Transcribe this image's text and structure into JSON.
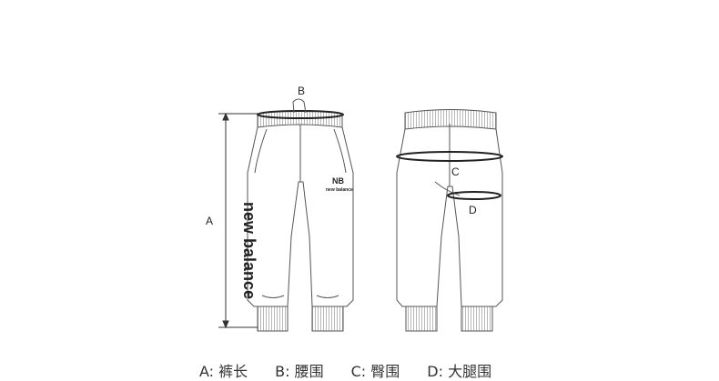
{
  "labels": {
    "a": "A",
    "b": "B",
    "c": "C",
    "d": "D"
  },
  "brand": {
    "wordmark": "new balance",
    "small_mark": "new balance",
    "logo": "NB"
  },
  "legend": [
    {
      "text": "A: 裤长"
    },
    {
      "text": "B: 腰围"
    },
    {
      "text": "C: 臀围"
    },
    {
      "text": "D: 大腿围"
    }
  ],
  "colors": {
    "line": "#333333",
    "stroke_light": "#555555"
  }
}
